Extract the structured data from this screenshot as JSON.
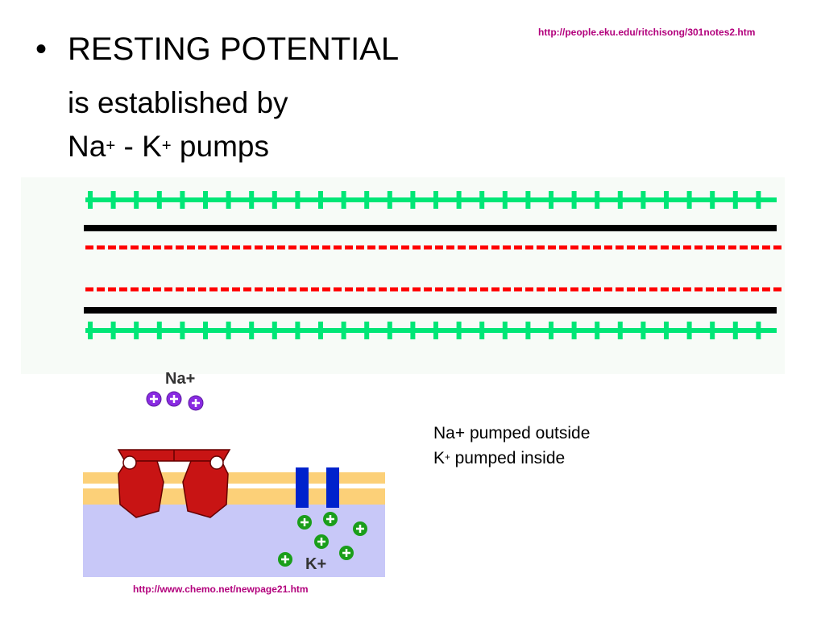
{
  "slide": {
    "bullet": "•",
    "title": "RESTING POTENTIAL",
    "subtitle_line1": "is established by",
    "subtitle_line2": {
      "na": "Na",
      "plus1": "+",
      "mid": " - K",
      "plus2": "+",
      "end": " pumps"
    }
  },
  "sources": {
    "top": "http://people.eku.edu/ritchisong/301notes2.htm",
    "bottom": "http://www.chemo.net/newpage21.htm"
  },
  "pump_figure": {
    "na_label": "Na+",
    "k_label": "K+"
  },
  "captions": {
    "line1": "Na+ pumped outside",
    "line2_k": "K",
    "line2_plus": "+",
    "line2_rest": " pumped inside"
  },
  "colors": {
    "plus_green": "#00e676",
    "minus_red": "#ff0000",
    "membrane_black": "#000000",
    "na_ion": "#8a2be2",
    "k_ion": "#1a9e1a",
    "pump_red": "#c81414",
    "channel_blue": "#0022cc",
    "lipid_yellow": "#fcd078",
    "cytoplasm": "#c8c8f8",
    "link_magenta": "#b2007c"
  }
}
